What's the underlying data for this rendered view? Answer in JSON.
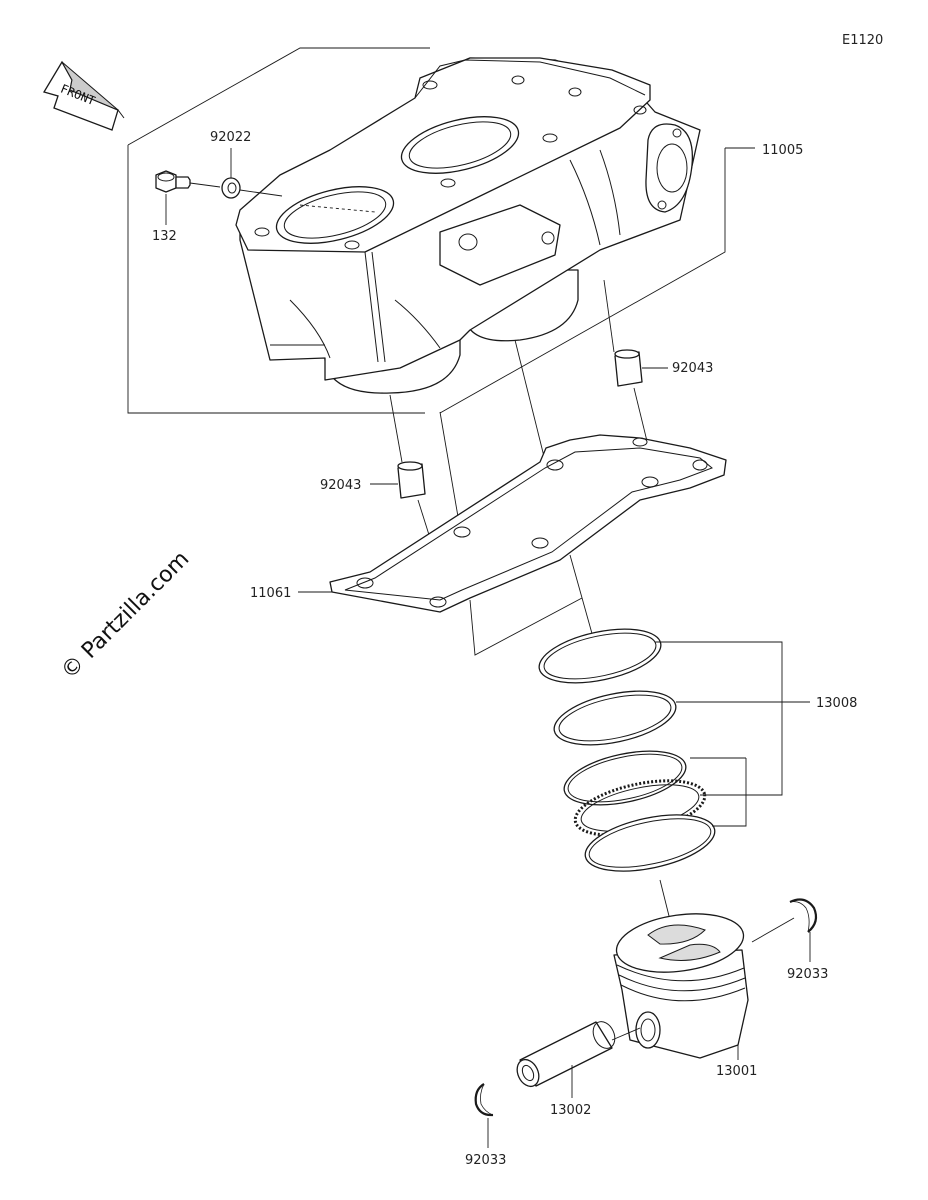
{
  "diagram_code": "E1120",
  "watermark": "© Partzilla.com",
  "front_arrow_label": "FRONT",
  "callouts": {
    "cylinder": "11005",
    "bolt": "132",
    "washer": "92022",
    "dowel_upper": "92043",
    "dowel_lower": "92043",
    "gasket": "11061",
    "ring_set": "13008",
    "piston": "13001",
    "piston_pin": "13002",
    "circlip_right": "92033",
    "circlip_left": "92033"
  }
}
